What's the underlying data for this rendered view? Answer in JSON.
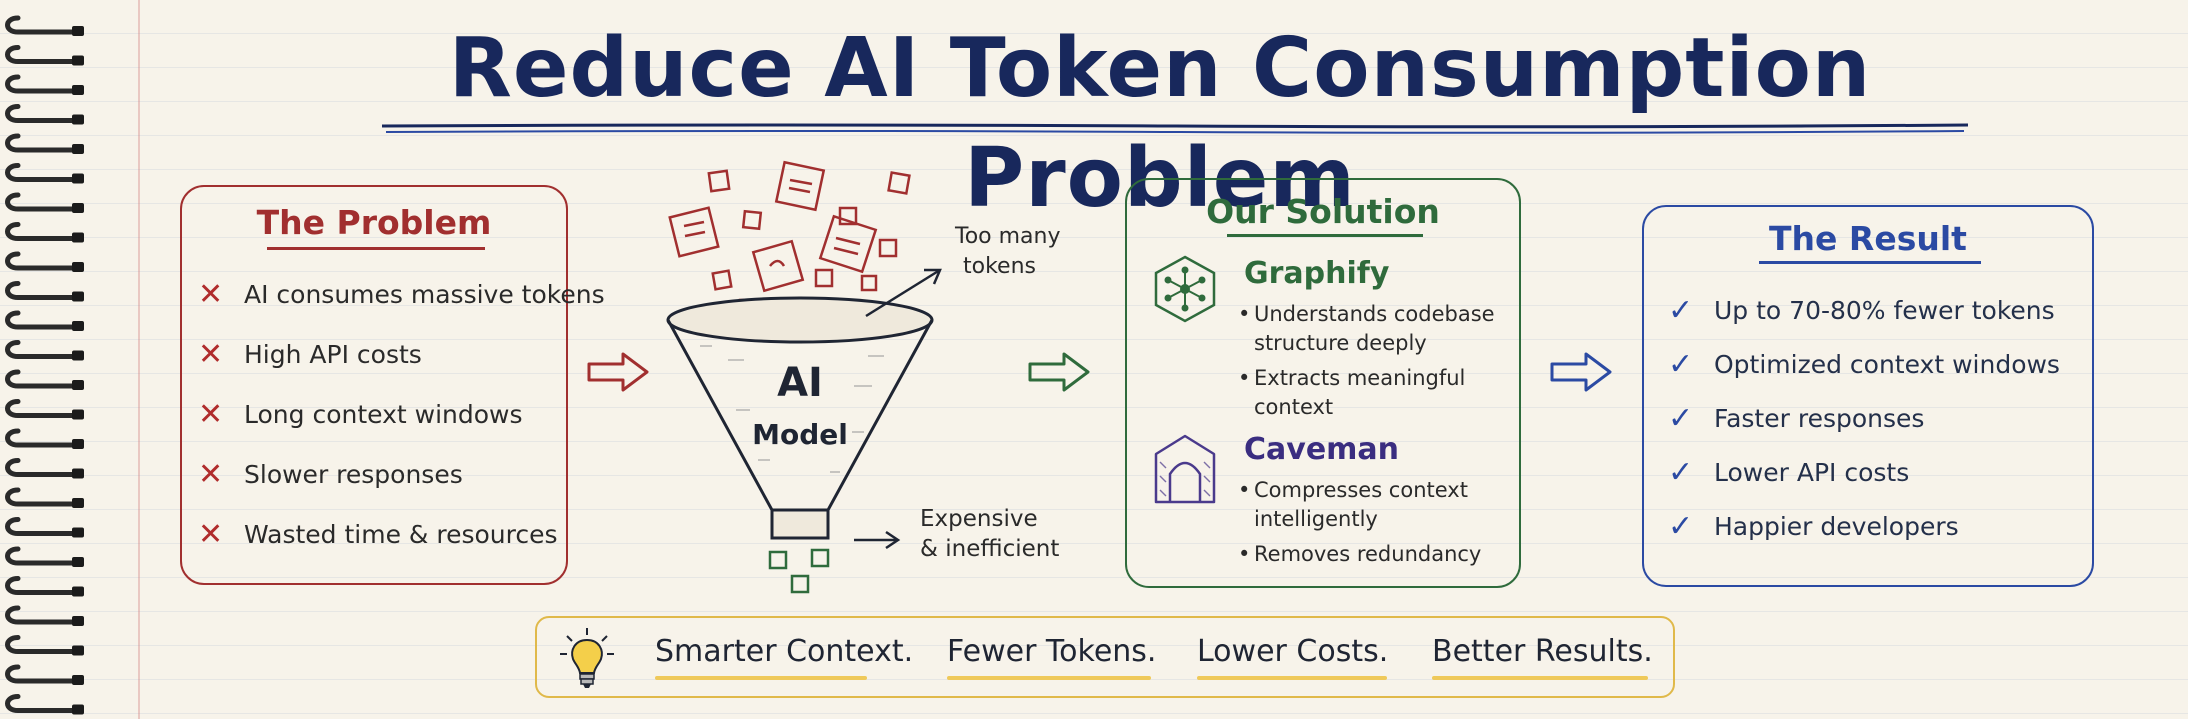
{
  "title": "Reduce AI Token Consumption Problem",
  "colors": {
    "problem": "#a12f2f",
    "solution": "#2f6b3c",
    "result": "#2b4aa3",
    "highlight": "#e0b94a",
    "title": "#18285c"
  },
  "problem": {
    "heading": "The Problem",
    "marker_icon": "cross-icon",
    "items": [
      "AI consumes massive tokens",
      "High API costs",
      "Long context windows",
      "Slower responses",
      "Wasted time & resources"
    ]
  },
  "funnel": {
    "label_line1": "AI",
    "label_line2": "Model",
    "note_top_line1": "Too many",
    "note_top_line2": "tokens",
    "note_bottom_line1": "Expensive",
    "note_bottom_line2": "& inefficient"
  },
  "solution": {
    "heading": "Our Solution",
    "tools": [
      {
        "name": "Graphify",
        "icon": "graph-network-icon",
        "bullets": [
          "Understands codebase structure deeply",
          "Extracts meaningful context"
        ]
      },
      {
        "name": "Caveman",
        "icon": "cave-icon",
        "bullets": [
          "Compresses context intelligently",
          "Removes redundancy"
        ]
      }
    ]
  },
  "result": {
    "heading": "The Result",
    "marker_icon": "checkmark-icon",
    "items": [
      "Up to 70-80% fewer tokens",
      "Optimized context windows",
      "Faster responses",
      "Lower API costs",
      "Happier developers"
    ]
  },
  "banner": {
    "icon": "lightbulb-icon",
    "phrases": [
      "Smarter Context.",
      "Fewer Tokens.",
      "Lower Costs.",
      "Better Results."
    ]
  }
}
